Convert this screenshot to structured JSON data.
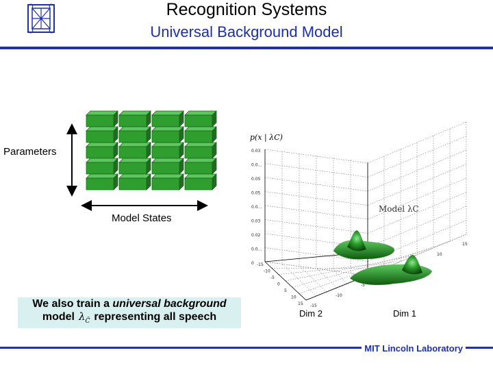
{
  "header": {
    "title": "Recognition Systems",
    "subtitle": "Universal Background Model"
  },
  "diagram": {
    "parameters_label": "Parameters",
    "model_states_label": "Model States",
    "block_grid": {
      "rows": 5,
      "cols": 4,
      "color": "#2e9e2e"
    }
  },
  "note": {
    "line1_prefix": "We also train a ",
    "line1_emph": "universal background",
    "line2_prefix": "model",
    "lambda_symbol": "λ",
    "lambda_sub": "C̄",
    "line2_suffix": "representing all speech"
  },
  "plot": {
    "z_label": "p(x | λC)",
    "z_ticks": [
      "0.03",
      "0.0…",
      "0.05",
      "0.05",
      "0.0…",
      "0.03",
      "0.02",
      "0.0…",
      "0"
    ],
    "x_ticks": [
      "-15",
      "-10",
      "-5",
      "0",
      "5",
      "10",
      "15"
    ],
    "y_ticks": [
      "-15",
      "-10",
      "-5",
      "0",
      "5",
      "10",
      "15"
    ],
    "model_label": "Model λC",
    "x_axis_label": "Dim 2",
    "y_axis_label": "Dim 1",
    "surface_color": "#1e7a1e"
  },
  "footer": {
    "text": "MIT Lincoln Laboratory"
  }
}
